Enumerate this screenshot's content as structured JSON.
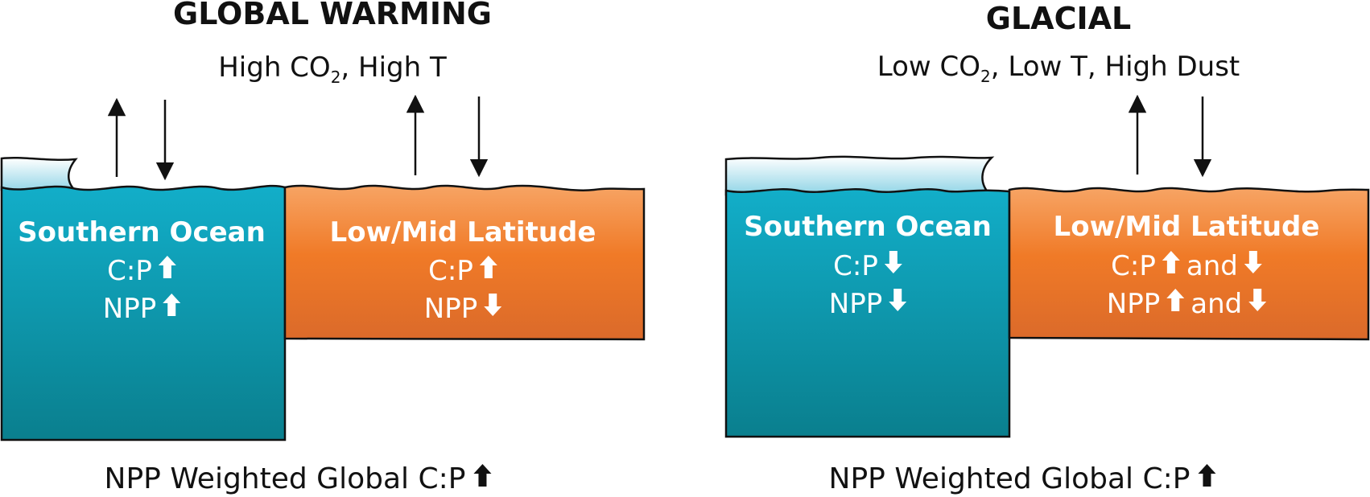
{
  "colors": {
    "ocean_top": "#12aec9",
    "ocean_bottom": "#0a7f8e",
    "latitude_top": "#f7a464",
    "latitude_mid": "#f07a27",
    "latitude_bottom": "#db6a2a",
    "ice_top": "#ffffff",
    "ice_bottom": "#8fd4e6",
    "arrow_white": "#ffffff",
    "arrow_black": "#111111"
  },
  "panels": [
    {
      "title": "GLOBAL WARMING",
      "conditions": {
        "pre": "High CO",
        "sub": "2",
        "post": ", High T"
      },
      "southern_ocean": {
        "title": "Southern Ocean",
        "lines": [
          {
            "label": "C:P",
            "arrows": [
              "up"
            ]
          },
          {
            "label": "NPP",
            "arrows": [
              "up"
            ]
          }
        ]
      },
      "low_mid_latitude": {
        "title": "Low/Mid Latitude",
        "lines": [
          {
            "label": "C:P",
            "arrows": [
              "up"
            ]
          },
          {
            "label": "NPP",
            "arrows": [
              "down"
            ]
          }
        ]
      },
      "footer": {
        "label": "NPP Weighted Global C:P",
        "arrow": "up"
      }
    },
    {
      "title": "GLACIAL",
      "conditions": {
        "pre": "Low CO",
        "sub": "2",
        "post": ", Low T, High Dust"
      },
      "southern_ocean": {
        "title": "Southern Ocean",
        "lines": [
          {
            "label": "C:P",
            "arrows": [
              "down"
            ]
          },
          {
            "label": "NPP",
            "arrows": [
              "down"
            ]
          }
        ]
      },
      "low_mid_latitude": {
        "title": "Low/Mid Latitude",
        "lines": [
          {
            "label": "C:P",
            "arrows": [
              "up",
              "down"
            ],
            "joiner": "and"
          },
          {
            "label": "NPP",
            "arrows": [
              "up",
              "down"
            ],
            "joiner": "and"
          }
        ]
      },
      "footer": {
        "label": "NPP Weighted Global C:P",
        "arrow": "up"
      }
    }
  ]
}
